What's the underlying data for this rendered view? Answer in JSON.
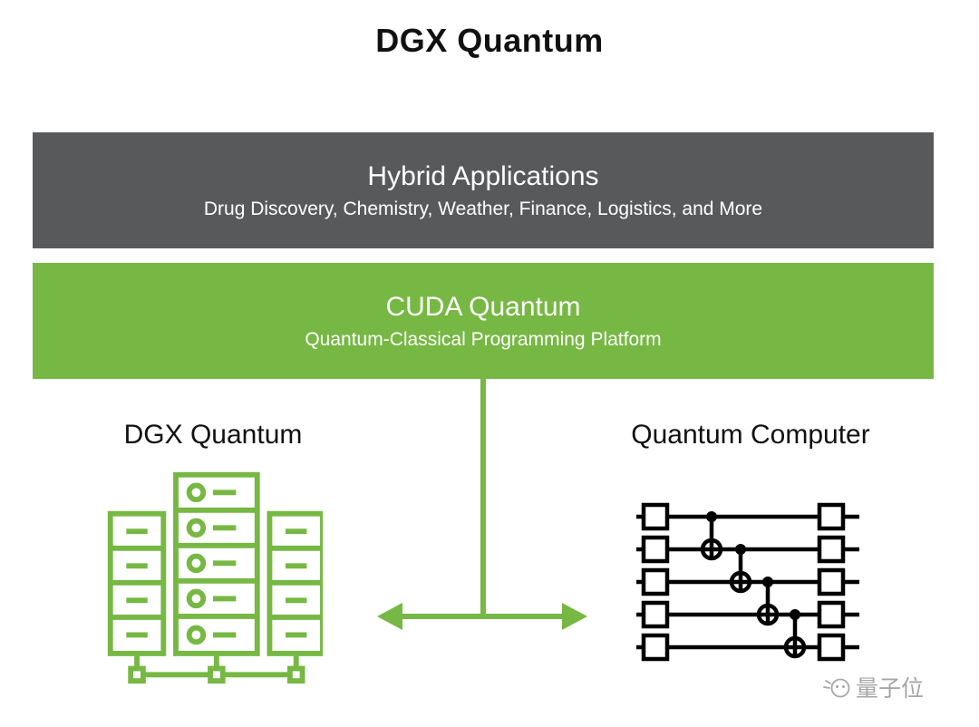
{
  "title": "DGX Quantum",
  "layers": {
    "hybrid_applications": {
      "title": "Hybrid Applications",
      "subtitle": "Drug Discovery, Chemistry, Weather, Finance, Logistics, and More",
      "bg_color": "#58595b"
    },
    "cuda_quantum": {
      "title": "CUDA Quantum",
      "subtitle": "Quantum-Classical Programming Platform",
      "bg_color": "#76b843"
    }
  },
  "nodes": {
    "dgx": {
      "label": "DGX Quantum",
      "icon": "server-rack-icon",
      "icon_color": "#76b843"
    },
    "qc": {
      "label": "Quantum Computer",
      "icon": "quantum-circuit-icon",
      "icon_color": "#000000"
    }
  },
  "connector": {
    "type": "double-headed-arrow",
    "color": "#76b843"
  },
  "watermark": {
    "text": "量子位",
    "icon": "qbitai-smiley-icon",
    "color": "#a6a6a6"
  }
}
